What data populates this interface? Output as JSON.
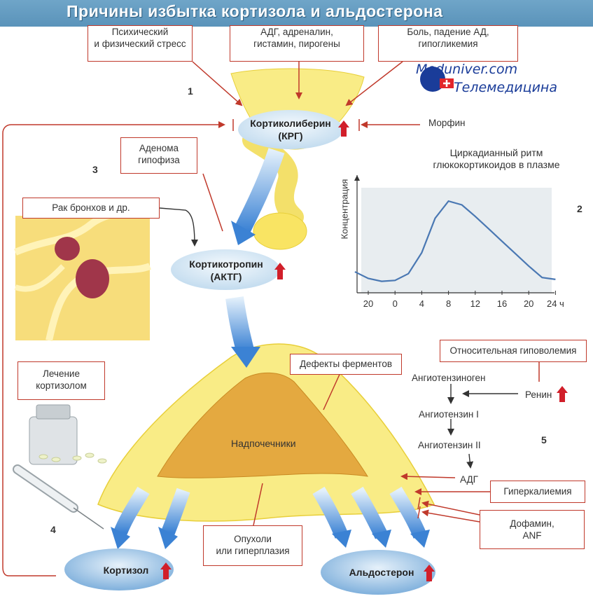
{
  "title": "Причины избытка кортизола и альдостерона",
  "watermark": {
    "line1": "Meduniver.com",
    "line2": "Телемедицина"
  },
  "boxes": {
    "stress": "Психический\nи физический стресс",
    "adh": "АДГ, адреналин,\nгистамин, пирогены",
    "pain": "Боль, падение АД,\nгипогликемия",
    "adenoma": "Аденома\nгипофиза",
    "cancer": "Рак бронхов и др.",
    "treatment": "Лечение\nкортизолом",
    "enzymes": "Дефекты ферментов",
    "tumors": "Опухоли\nили гиперплазия",
    "hypovolemia": "Относительная гиповолемия",
    "hyperkalemia": "Гиперкалиемия",
    "dopamine": "Дофамин,\nANF"
  },
  "hormones": {
    "crh": "Кортиколиберин\n(КРГ)",
    "acth": "Кортикотропин\n(АКТГ)",
    "cortisol": "Кортизол",
    "aldosterone": "Альдостерон"
  },
  "labels": {
    "morphine": "Морфин",
    "adrenals": "Надпочечники",
    "angiotensinogen": "Ангиотензиноген",
    "renin": "Ренин",
    "angiotensin1": "Ангиотензин I",
    "angiotensin2": "Ангиотензин II",
    "adh2": "АДГ"
  },
  "numbers": {
    "n1": "1",
    "n2": "2",
    "n3": "3",
    "n4": "4",
    "n5": "5"
  },
  "colors": {
    "red": "#c0392b",
    "ellipse": "#cfe4f3",
    "gland": "#f7ea7a",
    "cortex": "#e8b04a",
    "flow": "#3b82d4"
  },
  "chart_data": {
    "type": "line",
    "title": "Циркадианный ритм\nглюкокортикоидов в плазме",
    "ylabel": "Концентрация",
    "xlabel": "",
    "x_ticks": [
      "20",
      "0",
      "4",
      "8",
      "12",
      "16",
      "20",
      "24 ч"
    ],
    "x": [
      18,
      20,
      22,
      24,
      26,
      28,
      30,
      32,
      34,
      36,
      38,
      40,
      42,
      44,
      46,
      48
    ],
    "values": [
      0.22,
      0.15,
      0.12,
      0.13,
      0.2,
      0.42,
      0.78,
      0.96,
      0.92,
      0.8,
      0.67,
      0.54,
      0.41,
      0.28,
      0.16,
      0.14
    ],
    "ylim": [
      0,
      1.1
    ],
    "grid": false
  }
}
